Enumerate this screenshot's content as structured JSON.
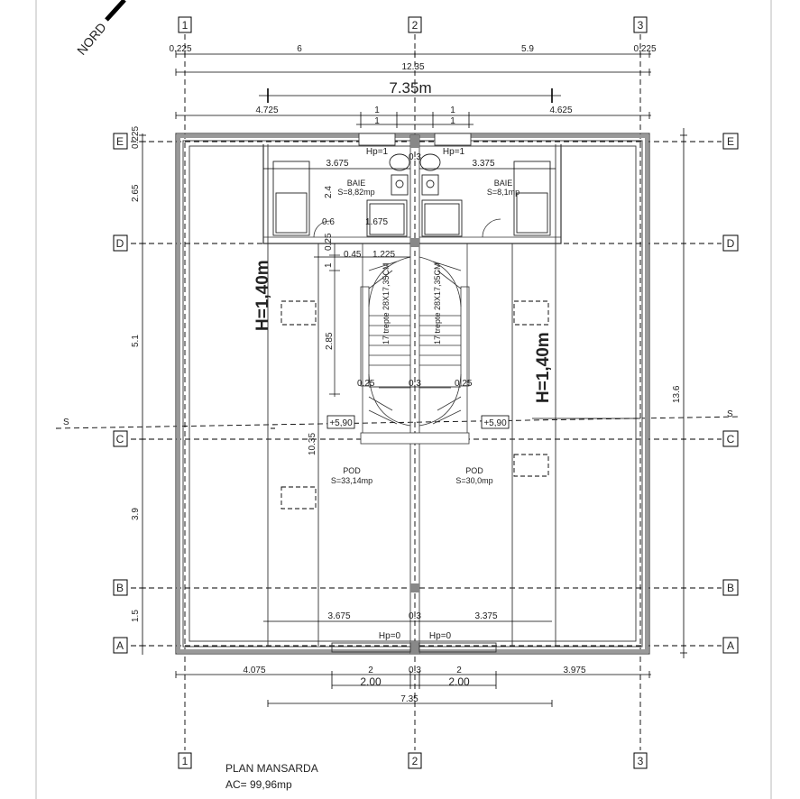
{
  "compass": {
    "label": "NORD"
  },
  "grid_columns": [
    "1",
    "2",
    "3"
  ],
  "grid_rows": [
    "E",
    "D",
    "C",
    "B",
    "A"
  ],
  "dims_top": {
    "row1": [
      "0.225",
      "6",
      "5.9",
      "0.225"
    ],
    "total": "12.35",
    "interior": "7.35m",
    "row3": [
      "4.725",
      "1",
      "1",
      "4.625"
    ],
    "row4": [
      "1",
      "1"
    ]
  },
  "dims_left": [
    "0.225",
    "2.65",
    "5.1",
    "3.9",
    "1.5"
  ],
  "dims_right": {
    "total": "13.6"
  },
  "dims_inner": {
    "top_left": "3.675",
    "top_right": "3.375",
    "top_mid": "0.3",
    "v_24": "2.4",
    "d_06": "0.6",
    "d_1675": "1.675",
    "v_025": "0.25",
    "v_1": "1",
    "d_045": "0.45",
    "d_1225": "1.225",
    "v_285": "2.85",
    "s_025a": "0.25",
    "s_03": "0.3",
    "s_025b": "0.25",
    "v_1035": "10.35",
    "bot_left": "3.675",
    "bot_mid": "0.3",
    "bot_right": "3.375"
  },
  "dims_bottom": {
    "row1": [
      "4.075",
      "2",
      "0.3",
      "2",
      "3.975"
    ],
    "row2": [
      "2.00",
      "2.00"
    ],
    "total": "7.35"
  },
  "hp": {
    "top_left": "Hp=1",
    "top_right": "Hp=1",
    "bot_left": "Hp=0",
    "bot_right": "Hp=0"
  },
  "rooms": [
    {
      "name": "BAIE",
      "area": "S=8,82mp"
    },
    {
      "name": "BAIE",
      "area": "S=8,1mp"
    },
    {
      "name": "POD",
      "area": "S=33,14mp"
    },
    {
      "name": "POD",
      "area": "S=30,0mp"
    }
  ],
  "heights": {
    "left": "H=1,40m",
    "right": "H=1,40m"
  },
  "levels": [
    "+5,90",
    "+5,90"
  ],
  "stairs": {
    "left": "17 trepte 28X17,35CM",
    "right": "17 trepte 28X17,35CM"
  },
  "section": {
    "left": "S",
    "right": "S"
  },
  "footer": {
    "title": "PLAN MANSARDA",
    "area": "AC= 99,96mp"
  }
}
